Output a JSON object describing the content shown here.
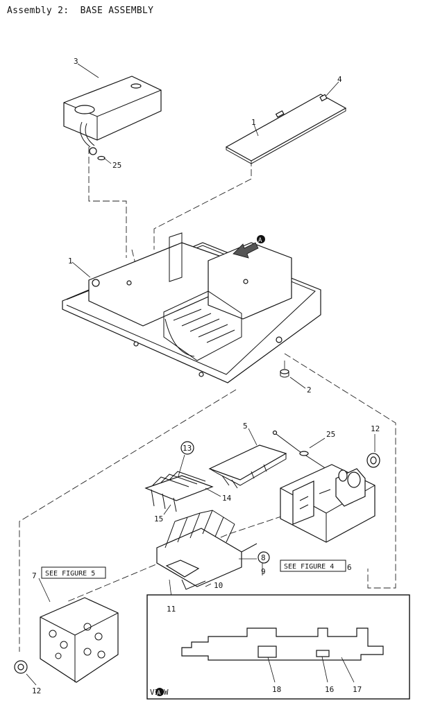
{
  "header": {
    "title": "Assembly 2:  BASE ASSEMBLY"
  },
  "callouts": {
    "p1_top": "1",
    "p1_board": "1",
    "p2": "2",
    "p3": "3",
    "p4": "4",
    "p5": "5",
    "p6": "6",
    "p7": "7",
    "p8": "8",
    "p9": "9",
    "p10": "10",
    "p11": "11",
    "p12_right": "12",
    "p12_left": "12",
    "p13": "13",
    "p14": "14",
    "p15": "15",
    "p16": "16",
    "p17": "17",
    "p18": "18",
    "p25_top": "25",
    "p25_right": "25"
  },
  "references": {
    "see_figure_5": "SEE FIGURE 5",
    "see_figure_4": "SEE FIGURE 4",
    "view_a_label": "VIEW",
    "view_marker": "A",
    "arrow_marker": "A"
  }
}
